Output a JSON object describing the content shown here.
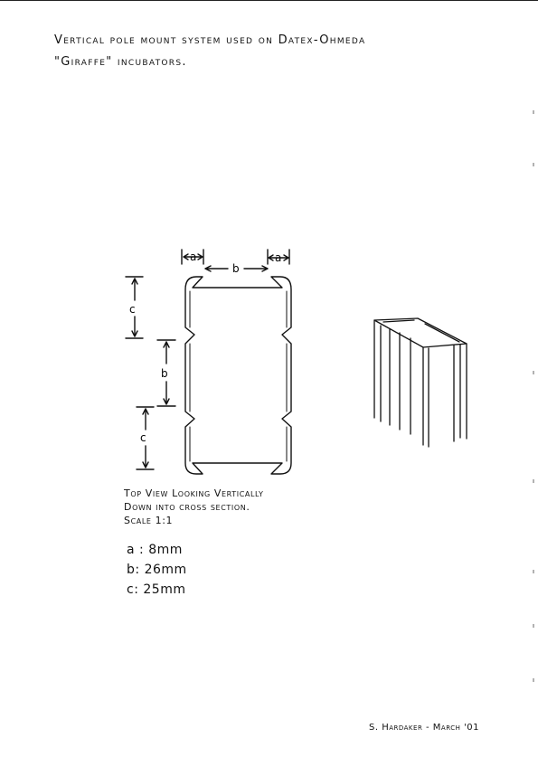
{
  "title": {
    "line1": "Vertical pole mount system used on Datex-Ohmeda",
    "line2": "\"Giraffe\" incubators."
  },
  "dimension_labels": {
    "a": "a",
    "b": "b",
    "c": "c"
  },
  "caption": {
    "line1": "Top View Looking Vertically",
    "line2": "Down into cross section.",
    "line3": "Scale 1:1"
  },
  "legend": [
    {
      "letter": "a",
      "sep": " : ",
      "value": "8mm"
    },
    {
      "letter": "b",
      "sep": ": ",
      "value": "26mm"
    },
    {
      "letter": "c",
      "sep": ": ",
      "value": "25mm"
    }
  ],
  "signature": "S. Hardaker - March '01"
}
